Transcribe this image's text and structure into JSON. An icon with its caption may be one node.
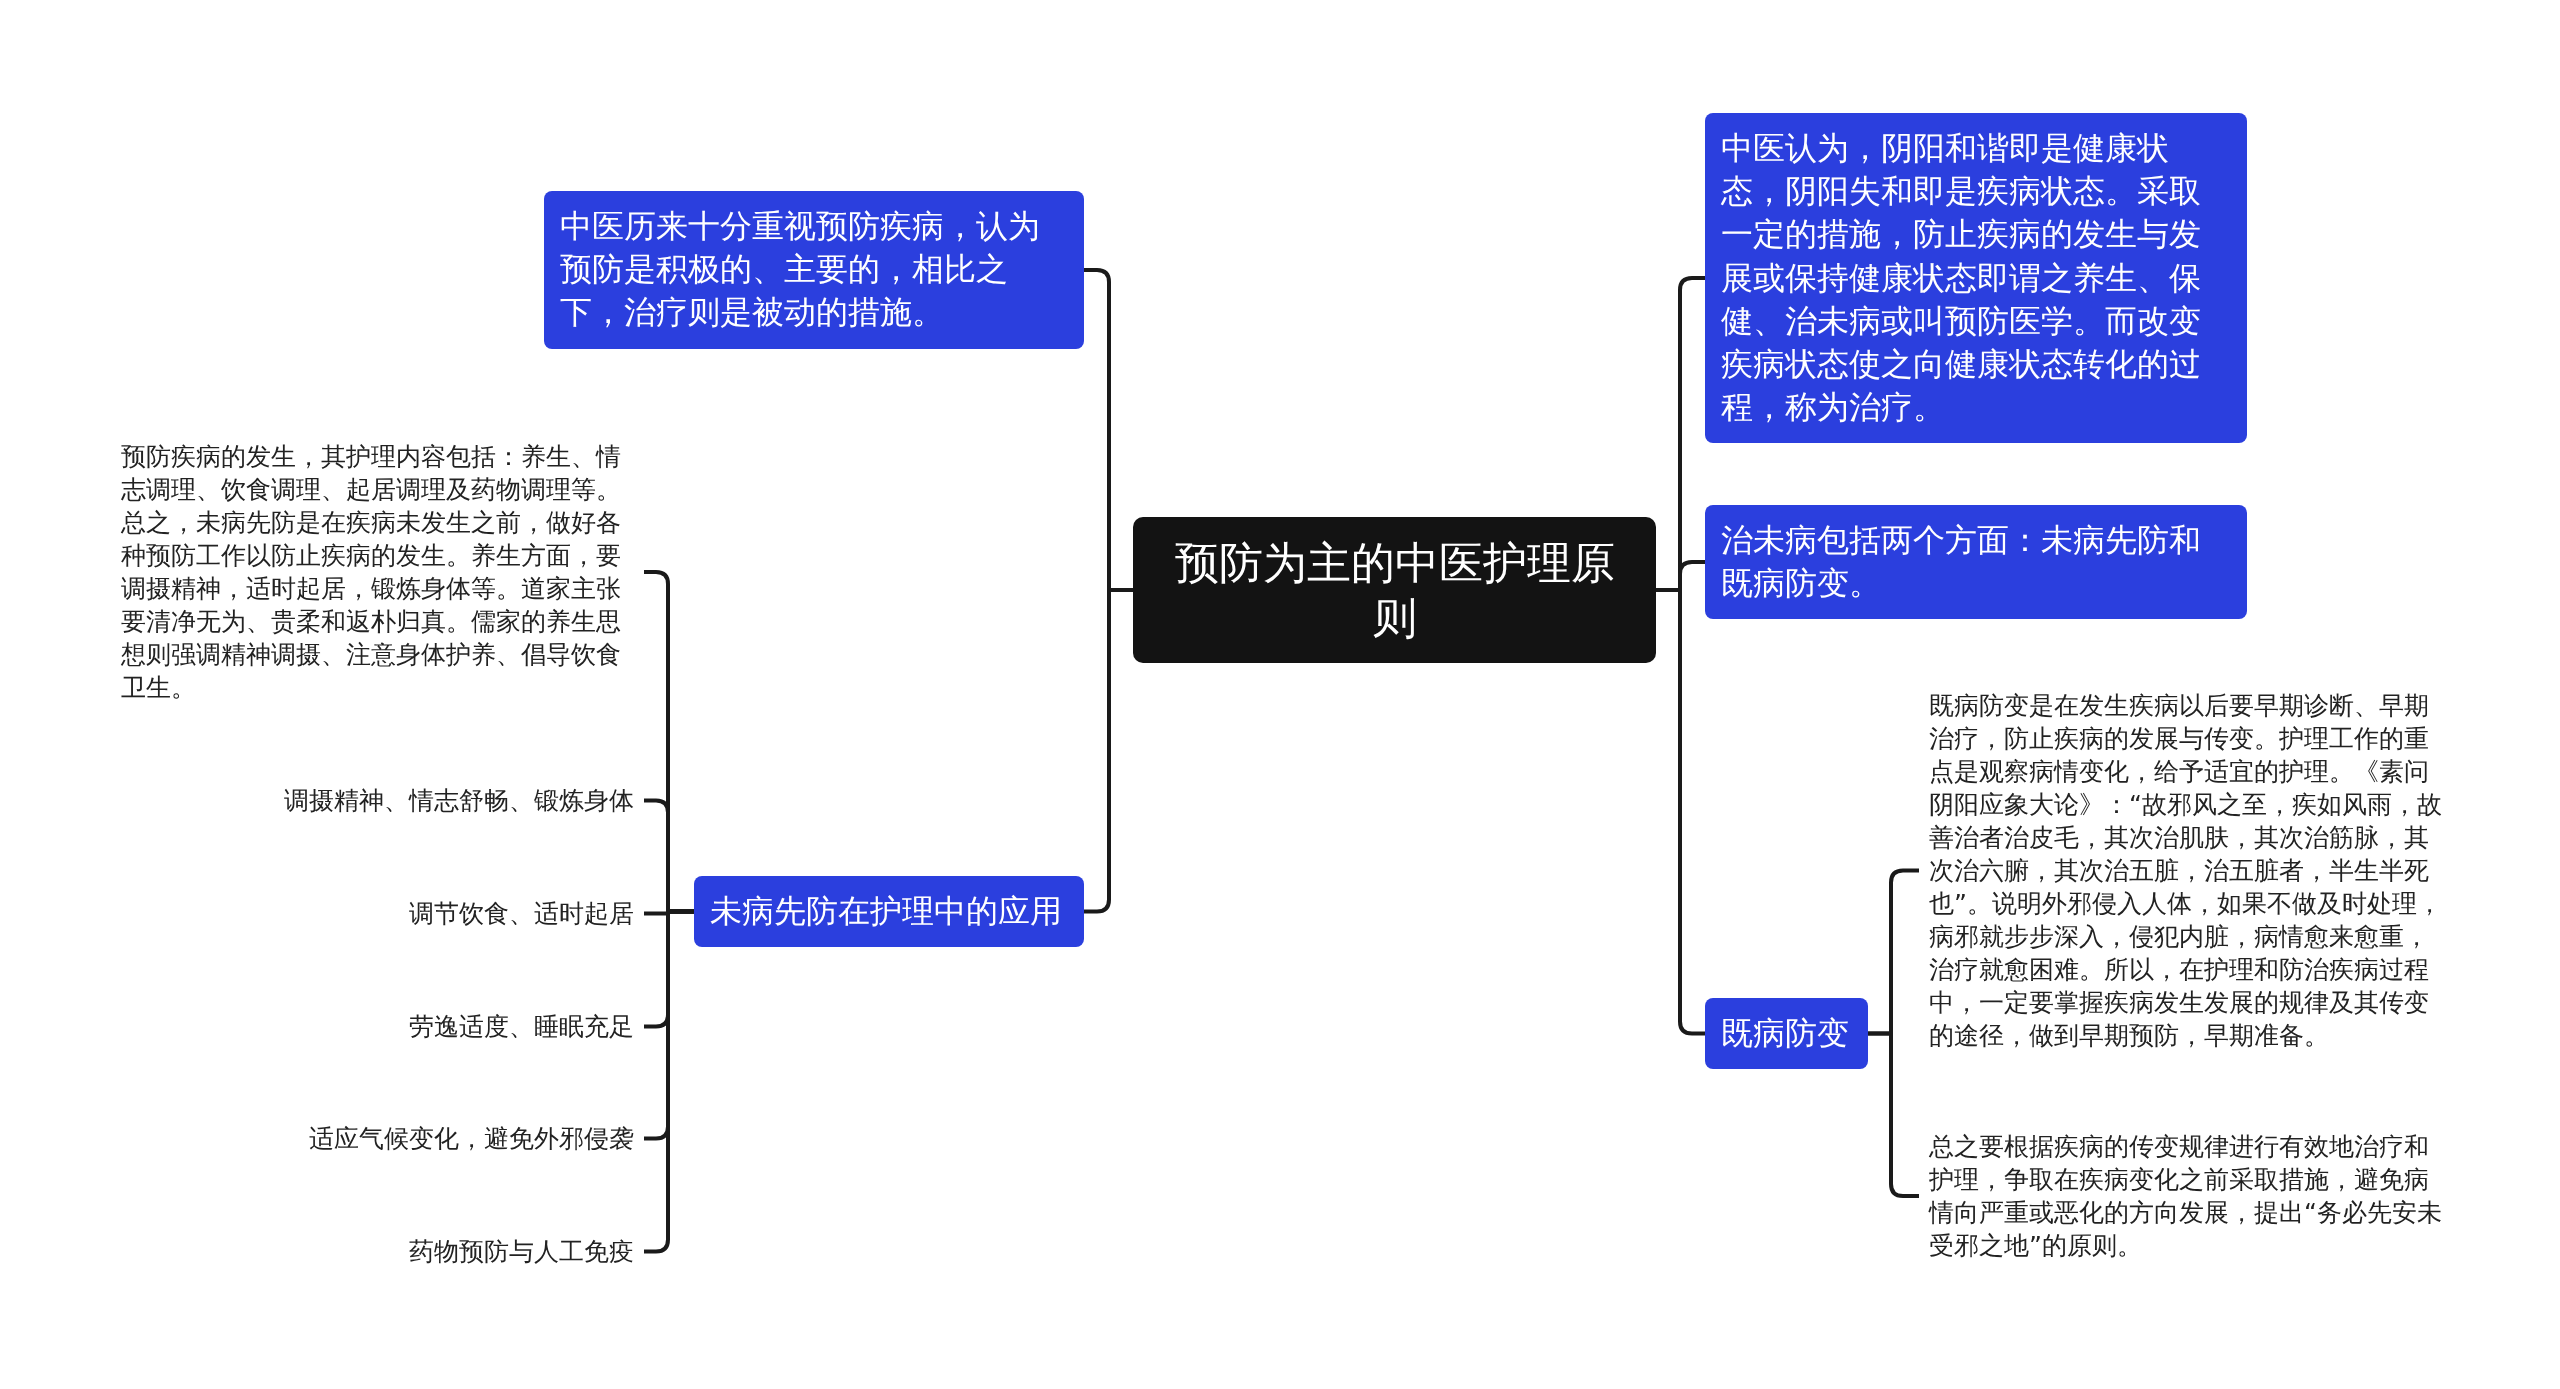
{
  "diagram": {
    "nodes": [
      {
        "text": [
          "预防为主的中医护理原则"
        ]
      },
      {
        "text": [
          "中医历来十分重视预防疾病，认为预防是积极的、主要的，相比之下，治疗则是被动的措施。"
        ]
      },
      {
        "text": [
          "未病先防在护理中的应用"
        ]
      },
      {
        "text": [
          "预防疾病的发生，其护理内容包括：养生、情志调理、饮食调理、起居调理及药物调理等。总之，未病先防是在疾病未发生之前，做好各种预防工作以防止疾病的发生。养生方面，要调摄精神，适时起居，锻炼身体等。道家主张要清净无为、贵柔和返朴归真。儒家的养生思想则强调精神调摄、注意身体护养、倡导饮食卫生。"
        ]
      },
      {
        "text": [
          "调摄精神、情志舒畅、锻炼身体"
        ]
      },
      {
        "text": [
          "调节饮食、适时起居"
        ]
      },
      {
        "text": [
          "劳逸适度、睡眠充足"
        ]
      },
      {
        "text": [
          "适应气候变化，避免外邪侵袭"
        ]
      },
      {
        "text": [
          "药物预防与人工免疫"
        ]
      },
      {
        "text": [
          "中医认为，阴阳和谐即是健康状态，阴阳失和即是疾病状态。采取一定的措施，防止疾病的发生与发展或保持健康状态即谓之养生、保健、治未病或叫预防医学。而改变疾病状态使之向健康状态转化的过程，称为治疗。"
        ]
      },
      {
        "text": [
          "治未病包括两个方面：未病先防和既病防变。"
        ]
      },
      {
        "text": [
          "既病防变"
        ]
      },
      {
        "text": [
          "既病防变是在发生疾病以后要早期诊断、早期治疗，防止疾病的发展与传变。护理工作的重点是观察病情变化，给予适宜的护理。《素问阴阳应象大论》：“故邪风之至，疾如风雨，故善治者治皮毛，其次治肌肤，其次治筋脉，其次治六腑，其次治五脏，治五脏者，半生半死也”。说明外邪侵入人体，如果不做及时处理，病邪就步步深入，侵犯内脏，病情愈来愈重，治疗就愈困难。所以，在护理和防治疾病过程中，一定要掌握疾病发生发展的规律及其传变的途径，做到早期预防，早期准备。"
        ]
      },
      {
        "text": [
          "总之要根据疾病的传变规律进行有效地治疗和护理，争取在疾病变化之前采取措施，避免病情向严重或恶化的方向发展，提出“务必先安未受邪之地”的原则。"
        ]
      }
    ],
    "edges": [
      {
        "from": 0,
        "to": 1,
        "arrow": "none"
      },
      {
        "from": 0,
        "to": 2,
        "arrow": "none"
      },
      {
        "from": 2,
        "to": 3,
        "arrow": "none"
      },
      {
        "from": 2,
        "to": 4,
        "arrow": "none"
      },
      {
        "from": 2,
        "to": 5,
        "arrow": "none"
      },
      {
        "from": 2,
        "to": 6,
        "arrow": "none"
      },
      {
        "from": 2,
        "to": 7,
        "arrow": "none"
      },
      {
        "from": 2,
        "to": 8,
        "arrow": "none"
      },
      {
        "from": 0,
        "to": 9,
        "arrow": "none"
      },
      {
        "from": 0,
        "to": 10,
        "arrow": "none"
      },
      {
        "from": 0,
        "to": 11,
        "arrow": "none"
      },
      {
        "from": 11,
        "to": 12,
        "arrow": "none"
      },
      {
        "from": 11,
        "to": 13,
        "arrow": "none"
      }
    ]
  }
}
